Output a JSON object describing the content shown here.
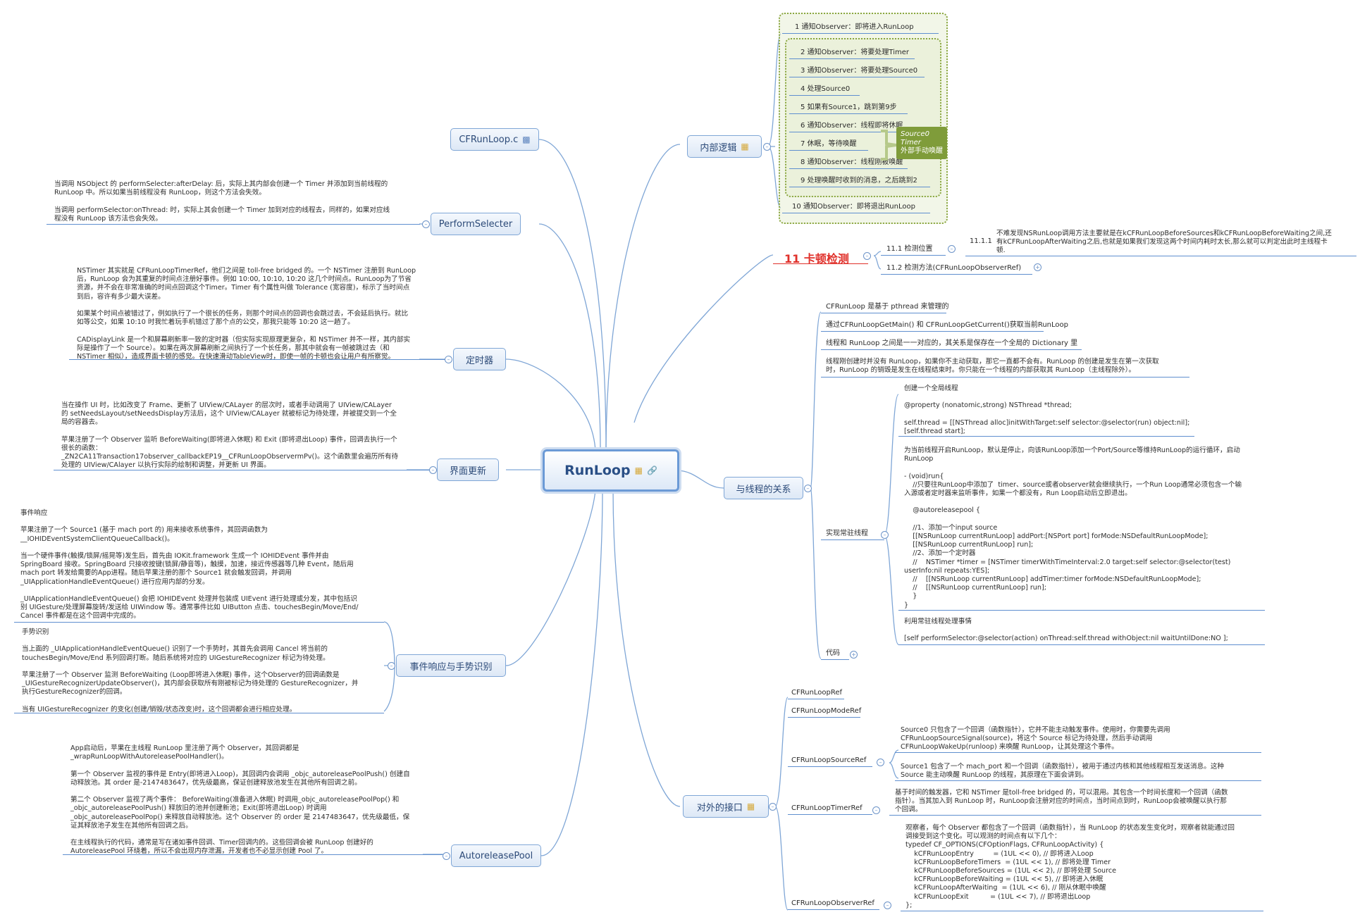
{
  "central": {
    "label": "RunLoop"
  },
  "left": {
    "cfrunloop_c": "CFRunLoop.c",
    "perform_selecter": {
      "label": "PerformSelecter",
      "note": "当调用 NSObject 的 performSelecter:afterDelay: 后，实际上其内部会创建一个 Timer 并添加到当前线程的\nRunLoop 中。所以如果当前线程没有 RunLoop，则这个方法会失效。\n\n当调用 performSelector:onThread: 时，实际上其会创建一个 Timer 加到对应的线程去，同样的，如果对应线\n程没有 RunLoop 该方法也会失效。"
    },
    "timer": {
      "label": "定时器",
      "note": "NSTimer 其实就是 CFRunLoopTimerRef，他们之间是 toll-free bridged 的。一个 NSTimer 注册到 RunLoop\n后，RunLoop 会为其重复的时间点注册好事件。例如 10:00, 10:10, 10:20 这几个时间点。RunLoop为了节省\n资源，并不会在非常准确的时间点回调这个Timer。Timer 有个属性叫做 Tolerance (宽容度)，标示了当时间点\n到后，容许有多少最大误差。\n\n如果某个时间点被错过了，例如执行了一个很长的任务，则那个时间点的回调也会跳过去，不会延后执行。就比\n如等公交，如果 10:10 时我忙着玩手机错过了那个点的公交，那我只能等 10:20 这一趟了。\n\nCADisplayLink 是一个和屏幕刷新率一致的定时器（但实际实现原理更复杂，和 NSTimer 并不一样，其内部实\n际是操作了一个 Source）。如果在两次屏幕刷新之间执行了一个长任务，那其中就会有一帧被跳过去（和\nNSTimer 相似），造成界面卡顿的感觉。在快速滑动TableView时，即使一帧的卡顿也会让用户有所察觉。"
    },
    "ui_update": {
      "label": "界面更新",
      "note": "当在操作 UI 时，比如改变了 Frame、更新了 UIView/CALayer 的层次时，或者手动调用了 UIView/CALayer\n的 setNeedsLayout/setNeedsDisplay方法后，这个 UIView/CALayer 就被标记为待处理，并被提交到一个全\n局的容器去。\n\n苹果注册了一个 Observer 监听 BeforeWaiting(即将进入休眠) 和 Exit (即将退出Loop) 事件，回调去执行一个\n很长的函数：\n_ZN2CA11Transaction17observer_callbackEP19__CFRunLoopObservermPv()。这个函数里会遍历所有待\n处理的 UIView/CAlayer 以执行实际的绘制和调整，并更新 UI 界面。"
    },
    "events": {
      "label": "事件响应与手势识别",
      "event_note": "事件响应\n\n苹果注册了一个 Source1 (基于 mach port 的) 用来接收系统事件，其回调函数为\n__IOHIDEventSystemClientQueueCallback()。\n\n当一个硬件事件(触摸/锁屏/摇晃等)发生后，首先由 IOKit.framework 生成一个 IOHIDEvent 事件并由\nSpringBoard 接收。SpringBoard 只接收按键(锁屏/静音等)，触摸，加速，接近传感器等几种 Event，随后用\nmach port 转发给需要的App进程。随后苹果注册的那个 Source1 就会触发回调，并调用\n_UIApplicationHandleEventQueue() 进行应用内部的分发。\n\n_UIApplicationHandleEventQueue() 会把 IOHIDEvent 处理并包装成 UIEvent 进行处理或分发，其中包括识\n别 UIGesture/处理屏幕旋转/发送给 UIWindow 等。通常事件比如 UIButton 点击、touchesBegin/Move/End/\nCancel 事件都是在这个回调中完成的。",
      "gesture_note": "手势识别\n\n当上面的 _UIApplicationHandleEventQueue() 识别了一个手势时，其首先会调用 Cancel 将当前的\ntouchesBegin/Move/End 系列回调打断。随后系统将对应的 UIGestureRecognizer 标记为待处理。\n\n苹果注册了一个 Observer 监测 BeforeWaiting (Loop即将进入休眠) 事件，这个Observer的回调函数是\n_UIGestureRecognizerUpdateObserver()，其内部会获取所有刚被标记为待处理的 GestureRecognizer，并\n执行GestureRecognizer的回调。\n\n当有 UIGestureRecognizer 的变化(创建/销毁/状态改变)时，这个回调都会进行相应处理。"
    },
    "autorelease": {
      "label": "AutoreleasePool",
      "note": "App启动后，苹果在主线程 RunLoop 里注册了两个 Observer，其回调都是\n_wrapRunLoopWithAutoreleasePoolHandler()。\n\n第一个 Observer 监视的事件是 Entry(即将进入Loop)，其回调内会调用 _objc_autoreleasePoolPush() 创建自\n动释放池。其 order 是-2147483647，优先级最高，保证创建释放池发生在其他所有回调之前。\n\n第二个 Observer 监视了两个事件： BeforeWaiting(准备进入休眠) 时调用_objc_autoreleasePoolPop() 和\n_objc_autoreleasePoolPush() 释放旧的池并创建新池；Exit(即将退出Loop) 时调用\n_objc_autoreleasePoolPop() 来释放自动释放池。这个 Observer 的 order 是 2147483647，优先级最低，保\n证其释放池子发生在其他所有回调之后。\n\n在主线程执行的代码，通常是写在诸如事件回调、Timer回调内的。这些回调会被 RunLoop 创建好的\nAutoreleasePool 环绕着，所以不会出现内存泄漏，开发者也不必显示创建 Pool 了。"
    }
  },
  "internal": {
    "label": "内部逻辑",
    "steps": [
      "1  通知Observer：即将进入RunLoop",
      "2  通知Observer：将要处理Timer",
      "3  通知Observer：将要处理Source0",
      "4  处理Source0",
      "5  如果有Source1，跳到第9步",
      "6  通知Observer：线程即将休眠",
      "7  休眠，等待唤醒",
      "8  通知Observer：线程刚被唤醒",
      "9  处理唤醒时收到的消息，之后跳到2",
      "10  通知Observer：即将退出RunLoop"
    ],
    "summary": [
      "Source0",
      "Timer",
      "外部手动唤醒"
    ]
  },
  "stutter": {
    "label": "11 卡顿检测",
    "pos": "11.1  检测位置",
    "pos_index": "11.1.1",
    "pos_note": "不难发现NSRunLoop调用方法主要就是在kCFRunLoopBeforeSources和kCFRunLoopBeforeWaiting之间,还\n有kCFRunLoopAfterWaiting之后,也就是如果我们发现这两个时间内耗时太长,那么就可以判定出此时主线程卡\n顿.",
    "method": "11.2  检测方法(CFRunLoopObserverRef)"
  },
  "thread": {
    "label": "与线程的关系",
    "items": [
      "CFRunLoop 是基于 pthread 来管理的",
      "通过CFRunLoopGetMain() 和 CFRunLoopGetCurrent()获取当前RunLoop",
      "线程和 RunLoop 之间是一一对应的，其关系是保存在一个全局的 Dictionary 里",
      "线程刚创建时并没有 RunLoop，如果你不主动获取，那它一直都不会有。RunLoop 的创建是发生在第一次获取\n时，RunLoop 的销毁是发生在线程结束时。你只能在一个线程的内部获取其 RunLoop（主线程除外）。"
    ],
    "resident": "实现常驻线程",
    "create_note": "创建一个全局线程\n\n@property (nonatomic,strong) NSThread *thread;\n\nself.thread = [[NSThread alloc]initWithTarget:self selector:@selector(run) object:nil];\n[self.thread start];",
    "run_note": "为当前线程开启RunLoop，默认是停止，向该RunLoop添加一个Port/Source等维持RunLoop的运行循环，启动\nRunLoop\n\n- (void)run{\n    //只要往RunLoop中添加了  timer、source或者observer就会继续执行，一个Run Loop通常必须包含一个输\n入源或者定时器来监听事件，如果一个都没有，Run Loop启动后立即退出。\n\n    @autoreleasepool {\n\n    //1、添加一个input source\n    [[NSRunLoop currentRunLoop] addPort:[NSPort port] forMode:NSDefaultRunLoopMode];\n    [[NSRunLoop currentRunLoop] run];\n    //2、添加一个定时器\n    //    NSTimer *timer = [NSTimer timerWithTimeInterval:2.0 target:self selector:@selector(test)\nuserInfo:nil repeats:YES];\n    //    [[NSRunLoop currentRunLoop] addTimer:timer forMode:NSDefaultRunLoopMode];\n    //    [[NSRunLoop currentRunLoop] run];\n    }\n}",
    "use_note": "利用常驻线程处理事情\n\n[self performSelector:@selector(action) onThread:self.thread withObject:nil waitUntilDone:NO ];",
    "code": "代码"
  },
  "interface": {
    "label": "对外的接口",
    "items": [
      "CFRunLoopRef",
      "CFRunLoopModeRef",
      "CFRunLoopSourceRef",
      "CFRunLoopTimerRef",
      "CFRunLoopObserverRef"
    ],
    "source0": "Source0 只包含了一个回调（函数指针），它并不能主动触发事件。使用时，你需要先调用\nCFRunLoopSourceSignal(source)，将这个 Source 标记为待处理，然后手动调用\nCFRunLoopWakeUp(runloop) 来唤醒 RunLoop，让其处理这个事件。",
    "source1": "Source1 包含了一个 mach_port 和一个回调（函数指针），被用于通过内核和其他线程相互发送消息。这种\nSource 能主动唤醒 RunLoop 的线程，其原理在下面会讲到。",
    "timer": "基于时间的触发器，它和 NSTimer 是toll-free bridged 的，可以混用。其包含一个时间长度和一个回调（函数\n指针）。当其加入到 RunLoop 时，RunLoop会注册对应的时间点，当时间点到时，RunLoop会被唤醒以执行那\n个回调。",
    "observer": "观察者，每个 Observer 都包含了一个回调（函数指针），当 RunLoop 的状态发生变化时，观察者就能通过回\n调接受到这个变化。可以观测的时间点有以下几个：\ntypedef CF_OPTIONS(CFOptionFlags, CFRunLoopActivity) {\n    kCFRunLoopEntry         = (1UL << 0), // 即将进入Loop\n    kCFRunLoopBeforeTimers  = (1UL << 1), // 即将处理 Timer\n    kCFRunLoopBeforeSources = (1UL << 2), // 即将处理 Source\n    kCFRunLoopBeforeWaiting = (1UL << 5), // 即将进入休眠\n    kCFRunLoopAfterWaiting  = (1UL << 6), // 刚从休眠中唤醒\n    kCFRunLoopExit          = (1UL << 7), // 即将退出Loop\n};"
  },
  "icons": {
    "note": "note-icon",
    "link": "link-icon",
    "collapse": "collapse-icon",
    "expand": "expand-icon"
  },
  "colors": {
    "line": "#5f8fcf",
    "branch_border": "#7fa6d6",
    "boundary": "#8aa63f",
    "summary": "#7f9c3a",
    "stutter": "#e0302a"
  }
}
